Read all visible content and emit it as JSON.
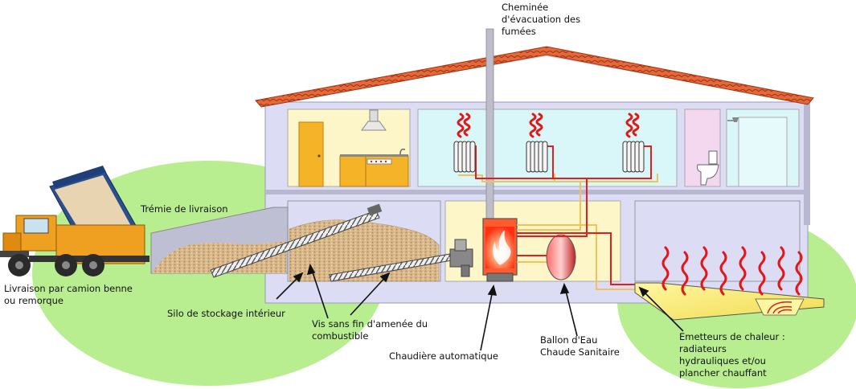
{
  "labels": {
    "chimney": "Cheminée\nd'évacuation des\nfumées",
    "hopper": "Trémie de livraison",
    "delivery": "Livraison par camion benne\nou remorque",
    "silo": "Silo de stockage intérieur",
    "screw": "Vis sans fin d'amenée du\ncombustible",
    "boiler": "Chaudière automatique",
    "tank": "Ballon d'Eau\nChaude Sanitaire",
    "emitters": "Emetteurs de chaleur :\nradiateurs\nhydrauliques et/ou\nplancher chauffant"
  },
  "colors": {
    "wall": "#dcdcf5",
    "room_kitchen": "#fdf6c8",
    "room_bath": "#f3d8f0",
    "room_light": "#d9f6f8",
    "green_zone": "#b8ee8f",
    "pipe_hot": "#e02020",
    "pipe_warm": "#f2c25a",
    "heat_wave": "#e01818",
    "roof": "#c8401a",
    "truck_body": "#f0a020",
    "truck_bed": "#2a4f8f"
  },
  "icons": [
    "dump-truck-icon",
    "radiator-icon",
    "heat-wave-icon",
    "flame-icon",
    "range-hood-icon",
    "toilet-icon",
    "shower-icon",
    "door-icon"
  ]
}
